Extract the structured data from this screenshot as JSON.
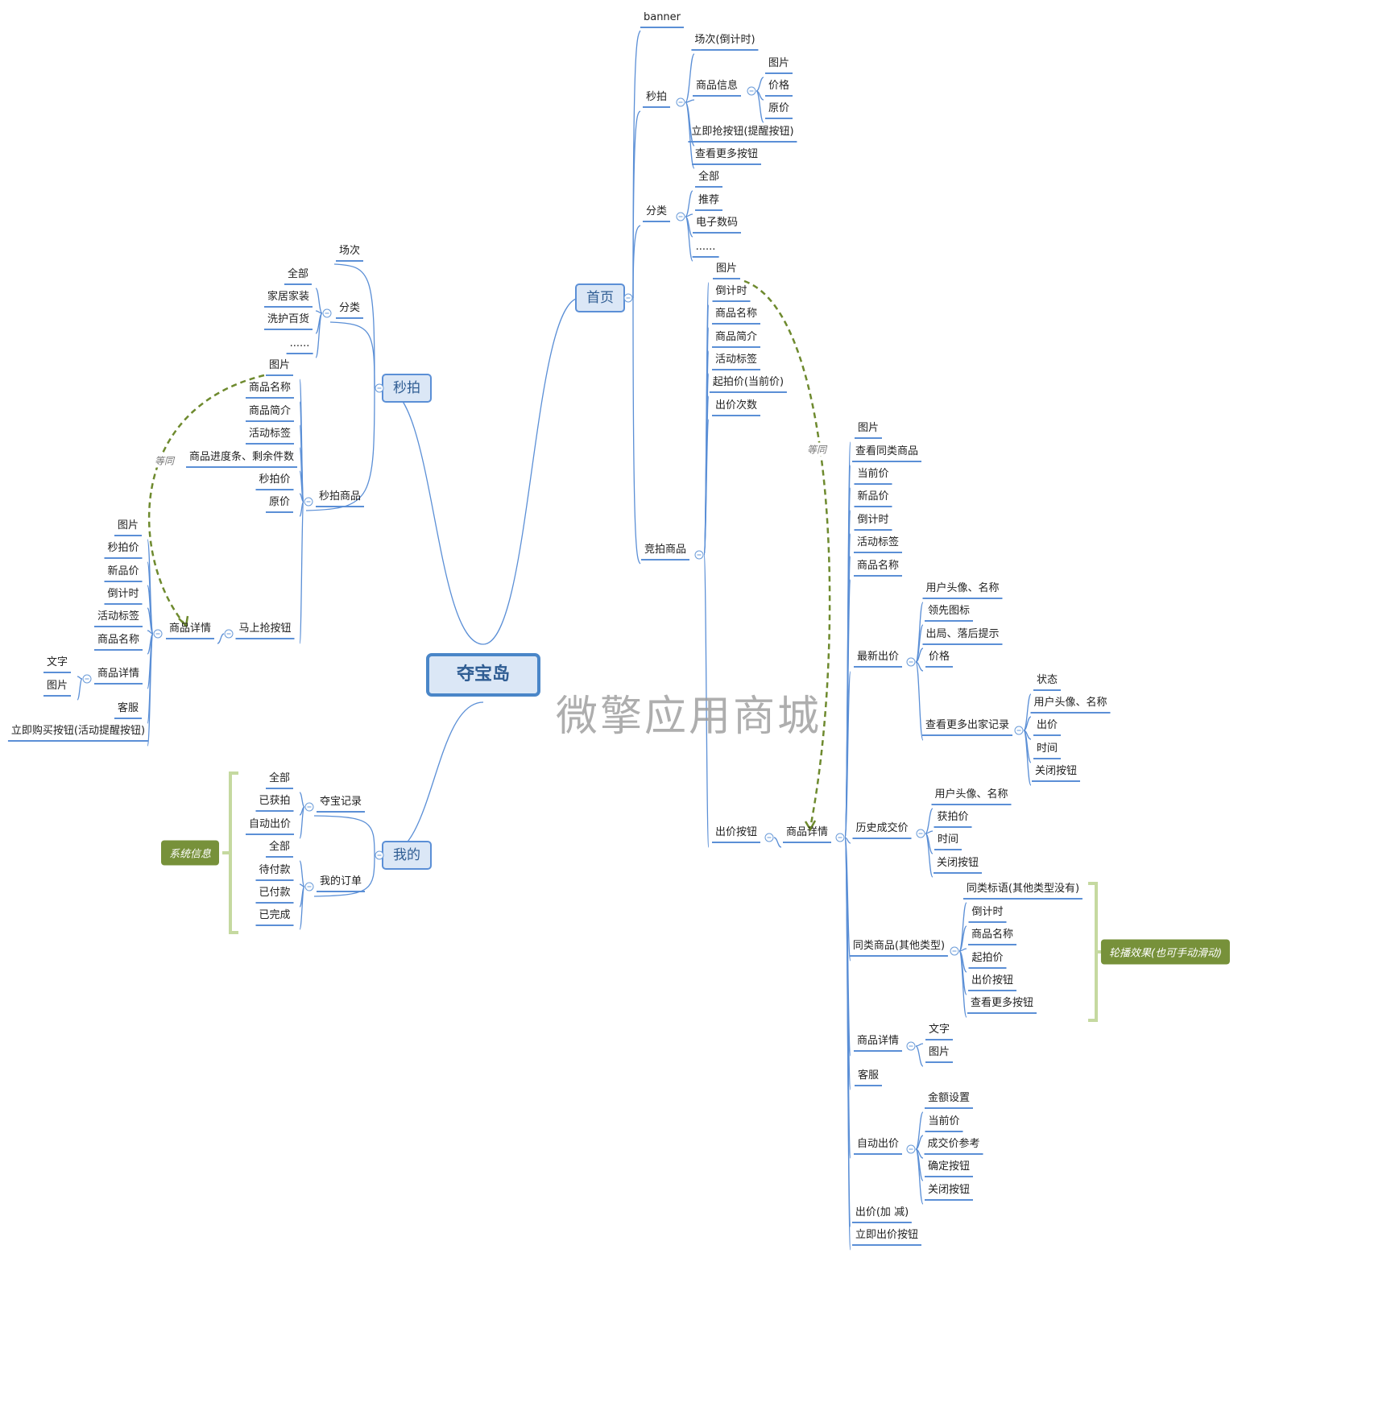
{
  "watermark": "微擎应用商城",
  "root": {
    "label": "夺宝岛"
  },
  "home": {
    "label": "首页",
    "banner": "banner",
    "flash": {
      "label": "秒拍",
      "session": "场次(倒计时)",
      "goods_info": {
        "label": "商品信息",
        "items": [
          "图片",
          "价格",
          "原价"
        ]
      },
      "grab_button": "立即抢按钮(提醒按钮)",
      "more_button": "查看更多按钮"
    },
    "category": {
      "label": "分类",
      "items": [
        "全部",
        "推荐",
        "电子数码",
        "......"
      ]
    },
    "auction": {
      "label": "竞拍商品",
      "items": [
        "图片",
        "倒计时",
        "商品名称",
        "商品简介",
        "活动标签",
        "起拍价(当前价)",
        "出价次数"
      ],
      "bid_button": "出价按钮",
      "detail": {
        "label": "商品详情",
        "items": [
          "图片",
          "查看同类商品",
          "当前价",
          "新品价",
          "倒计时",
          "活动标签",
          "商品名称"
        ],
        "latest_bid": {
          "label": "最新出价",
          "items": [
            "用户头像、名称",
            "领先图标",
            "出局、落后提示",
            "价格"
          ],
          "more_records": {
            "label": "查看更多出家记录",
            "items": [
              "状态",
              "用户头像、名称",
              "出价",
              "时间",
              "关闭按钮"
            ]
          }
        },
        "history": {
          "label": "历史成交价",
          "items": [
            "用户头像、名称",
            "获拍价",
            "时间",
            "关闭按钮"
          ]
        },
        "similar": {
          "label": "同类商品(其他类型)",
          "items": [
            "同类标语(其他类型没有)",
            "倒计时",
            "商品名称",
            "起拍价",
            "出价按钮",
            "查看更多按钮"
          ]
        },
        "goods_detail": {
          "label": "商品详情",
          "items": [
            "文字",
            "图片"
          ]
        },
        "service": "客服",
        "auto_bid": {
          "label": "自动出价",
          "items": [
            "金额设置",
            "当前价",
            "成交价参考",
            "确定按钮",
            "关闭按钮"
          ]
        },
        "bid_adjust": "出价(加 减)",
        "bid_now": "立即出价按钮"
      }
    }
  },
  "flash_page": {
    "label": "秒拍",
    "session": "场次",
    "category": {
      "label": "分类",
      "items": [
        "全部",
        "家居家装",
        "洗护百货",
        "......"
      ]
    },
    "goods": {
      "label": "秒拍商品",
      "items": [
        "图片",
        "商品名称",
        "商品简介",
        "活动标签",
        "商品进度条、剩余件数",
        "秒拍价",
        "原价"
      ]
    },
    "grab_button": "马上抢按钮",
    "detail": {
      "label": "商品详情",
      "items": [
        "图片",
        "秒拍价",
        "新品价",
        "倒计时",
        "活动标签",
        "商品名称"
      ],
      "goods_detail": {
        "label": "商品详情",
        "items": [
          "文字",
          "图片"
        ]
      },
      "service": "客服",
      "buy_button": "立即购买按钮(活动提醒按钮)"
    }
  },
  "mine": {
    "label": "我的",
    "records": {
      "label": "夺宝记录",
      "items": [
        "全部",
        "已获拍",
        "自动出价"
      ]
    },
    "orders": {
      "label": "我的订单",
      "items": [
        "全部",
        "待付款",
        "已付款",
        "已完成"
      ]
    }
  },
  "badges": {
    "system": "系统信息",
    "carousel": "轮播效果(也可手动滑动)"
  },
  "relations": {
    "same_as": "等同"
  },
  "colors": {
    "line": "#5b8fd6",
    "node_fill": "#dbe7f6",
    "node_text": "#2f5d93",
    "badge": "#77913a",
    "bracket": "#c5d9a0",
    "relation": "#6e8a2e"
  }
}
